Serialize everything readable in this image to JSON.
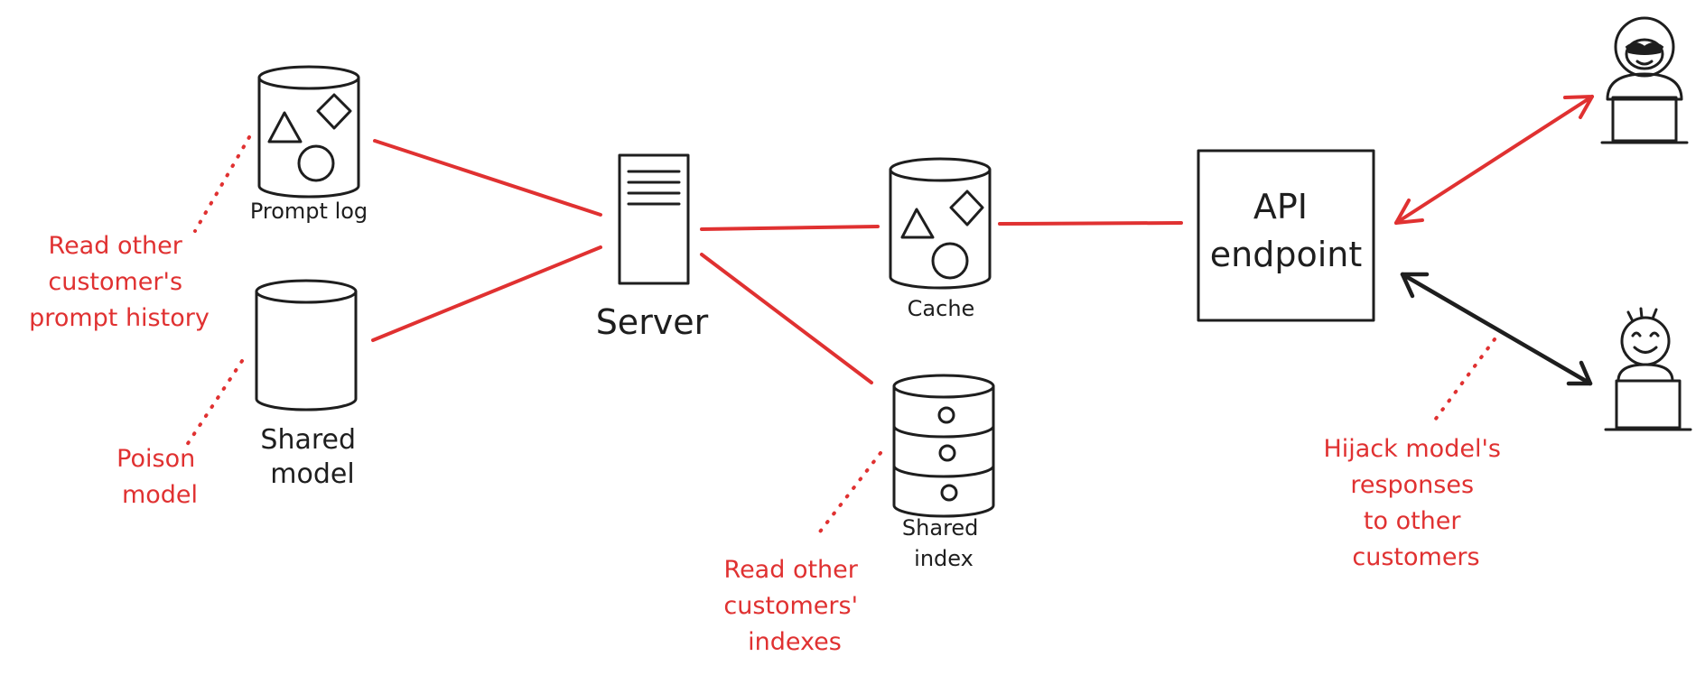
{
  "nodes": {
    "prompt_log": "Prompt log",
    "shared_model": [
      "Shared",
      "model"
    ],
    "server": "Server",
    "cache": "Cache",
    "shared_index": [
      "Shared",
      "index"
    ],
    "api_endpoint": [
      "API",
      "endpoint"
    ]
  },
  "annotations": {
    "prompt_history": [
      "Read other",
      "customer's",
      "prompt history"
    ],
    "poison": [
      "Poison",
      "model"
    ],
    "indexes": [
      "Read other",
      "customers'",
      "indexes"
    ],
    "hijack": [
      "Hijack model's",
      "responses",
      "to other",
      "customers"
    ]
  },
  "colors": {
    "attack_red": "#e03131",
    "ink": "#1e1e1e",
    "cylinder_gray": "#ced4da",
    "shape_gray": "#868e96",
    "model_green": "#b2f2bb",
    "box_fill": "#f1f3f5",
    "attacker_red": "#e03131",
    "user_blue": "#4263eb"
  },
  "icons": [
    "server-rack-icon",
    "attacker-hacker-icon",
    "user-smiley-icon",
    "laptop-icon"
  ]
}
